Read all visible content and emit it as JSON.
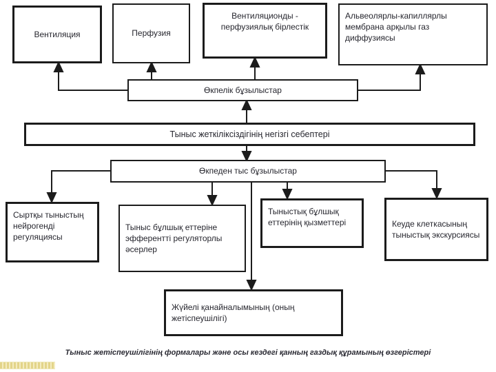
{
  "diagram": {
    "top_boxes": [
      {
        "label": "Вентиляция"
      },
      {
        "label": "Перфузия"
      },
      {
        "label": "Вентиляционды - перфузиялық бірлестік"
      },
      {
        "label": "Альвеолярлы-капиллярлы мембрана арқылы газ диффузиясы"
      }
    ],
    "pulmonary_box": {
      "label": "Өкпелік бұзылыстар"
    },
    "main_causes_box": {
      "label": "Тыныс жеткіліксіздігінің негізгі себептері"
    },
    "extrapulmonary_box": {
      "label": "Өкпеден тыс бұзылыстар"
    },
    "lower_boxes": [
      {
        "label": "Сыртқы тыныстың нейрогенді регуляциясы"
      },
      {
        "label": "Тыныс бұлшық еттеріне эфферентті регуляторлы әсерлер"
      },
      {
        "label": "Тыныстық бұлшық еттерінің қызметтері"
      },
      {
        "label": "Кеуде клеткасының тыныстық экскурсиясы"
      }
    ],
    "circulation_box": {
      "label": "Жүйелі қанайналымының (оның жетіспеушілігі)"
    },
    "caption": "Тыныс жетіспеушілігінің формалары және осы кездегі қанның газдық құрамының өзгерістері",
    "colors": {
      "background": "#ffffff",
      "border": "#1b1b1b",
      "text": "#26262e",
      "accent_strip": "#e3d489"
    }
  }
}
